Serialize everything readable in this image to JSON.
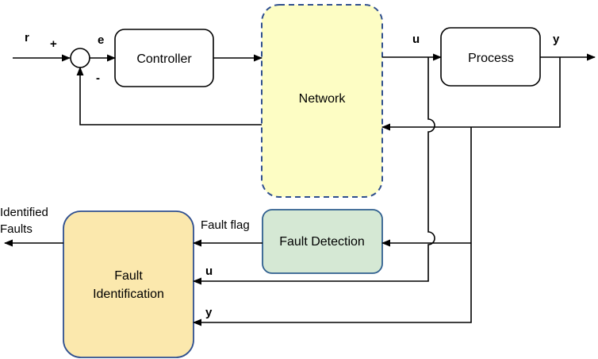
{
  "blocks": {
    "controller": "Controller",
    "network": "Network",
    "process": "Process",
    "fault_detection": "Fault Detection",
    "fault_identification_line1": "Fault",
    "fault_identification_line2": "Identification"
  },
  "signals": {
    "r": "r",
    "plus": "+",
    "minus": "-",
    "e": "e",
    "u_top": "u",
    "y_top": "y",
    "fault_flag": "Fault flag",
    "u_bottom": "u",
    "y_bottom": "y",
    "identified_faults_line1": "Identified",
    "identified_faults_line2": "Faults"
  },
  "colors": {
    "network_fill": "#fdfdc4",
    "network_border": "#2f4f8f",
    "fault_detection_fill": "#d5e8d4",
    "fault_detection_border": "#2f5f8f",
    "fault_identification_fill": "#fbe8ad",
    "fault_identification_border": "#2f4f8f",
    "plain_block_border": "#000000"
  }
}
